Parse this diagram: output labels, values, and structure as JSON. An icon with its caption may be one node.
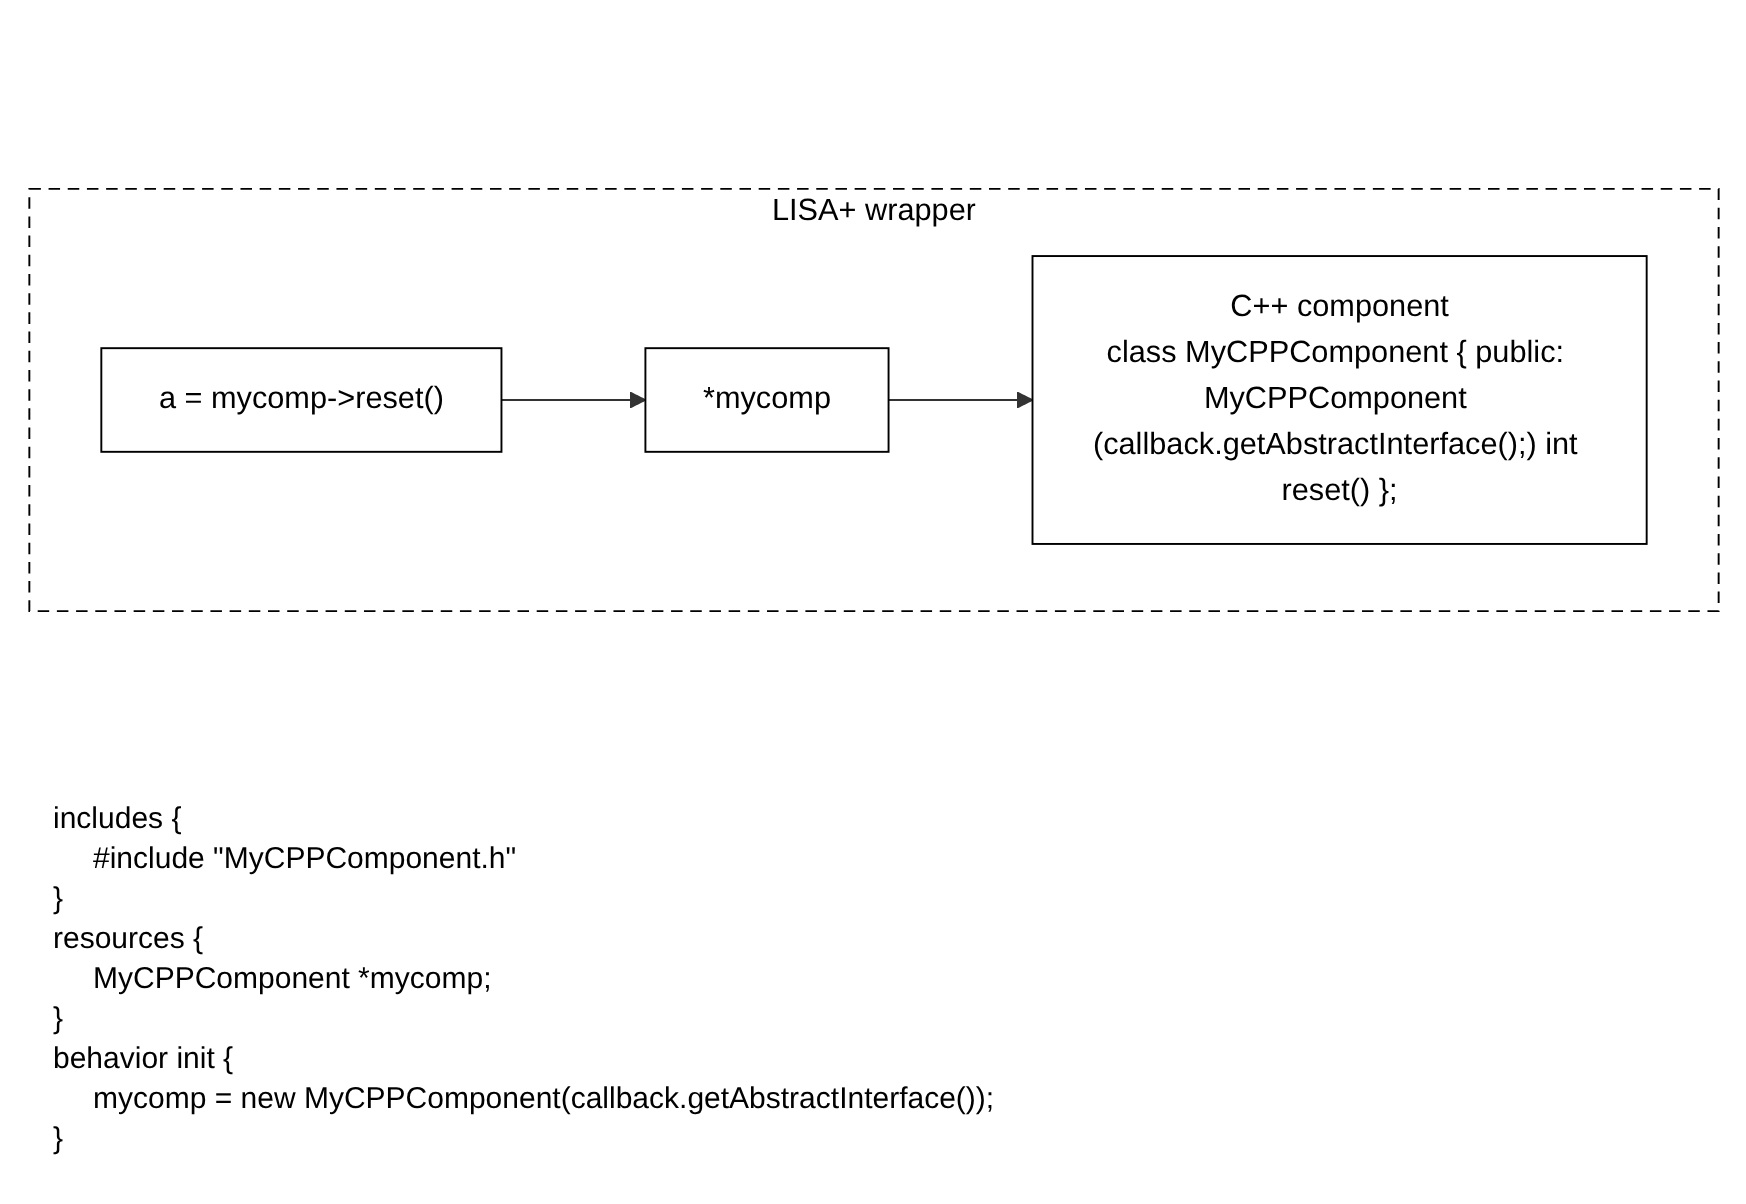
{
  "diagram": {
    "nodes": [
      {
        "text": [
          "LISA+ wrapper"
        ]
      },
      {
        "text": [
          "*mycomp"
        ],
        "in": 0
      },
      {
        "text": [
          "C++ component",
          "class MyCPPComponent { public: MyCPPComponent (callback.getAbstractInterface();) int reset() };"
        ],
        "in": 0
      },
      {
        "text": [
          "a = mycomp->reset()"
        ],
        "in": 0
      }
    ],
    "edges": [
      {
        "from": 1,
        "to": 2,
        "arrow": "to"
      },
      {
        "from": 3,
        "to": 1,
        "arrow": "to"
      }
    ],
    "labels": [
      "includes {",
      "#include \"MyCPPComponent.h\"",
      "}",
      "resources {",
      "MyCPPComponent *mycomp;",
      "}",
      "behavior init {",
      "mycomp = new MyCPPComponent(callback.getAbstractInterface());",
      "}"
    ]
  }
}
